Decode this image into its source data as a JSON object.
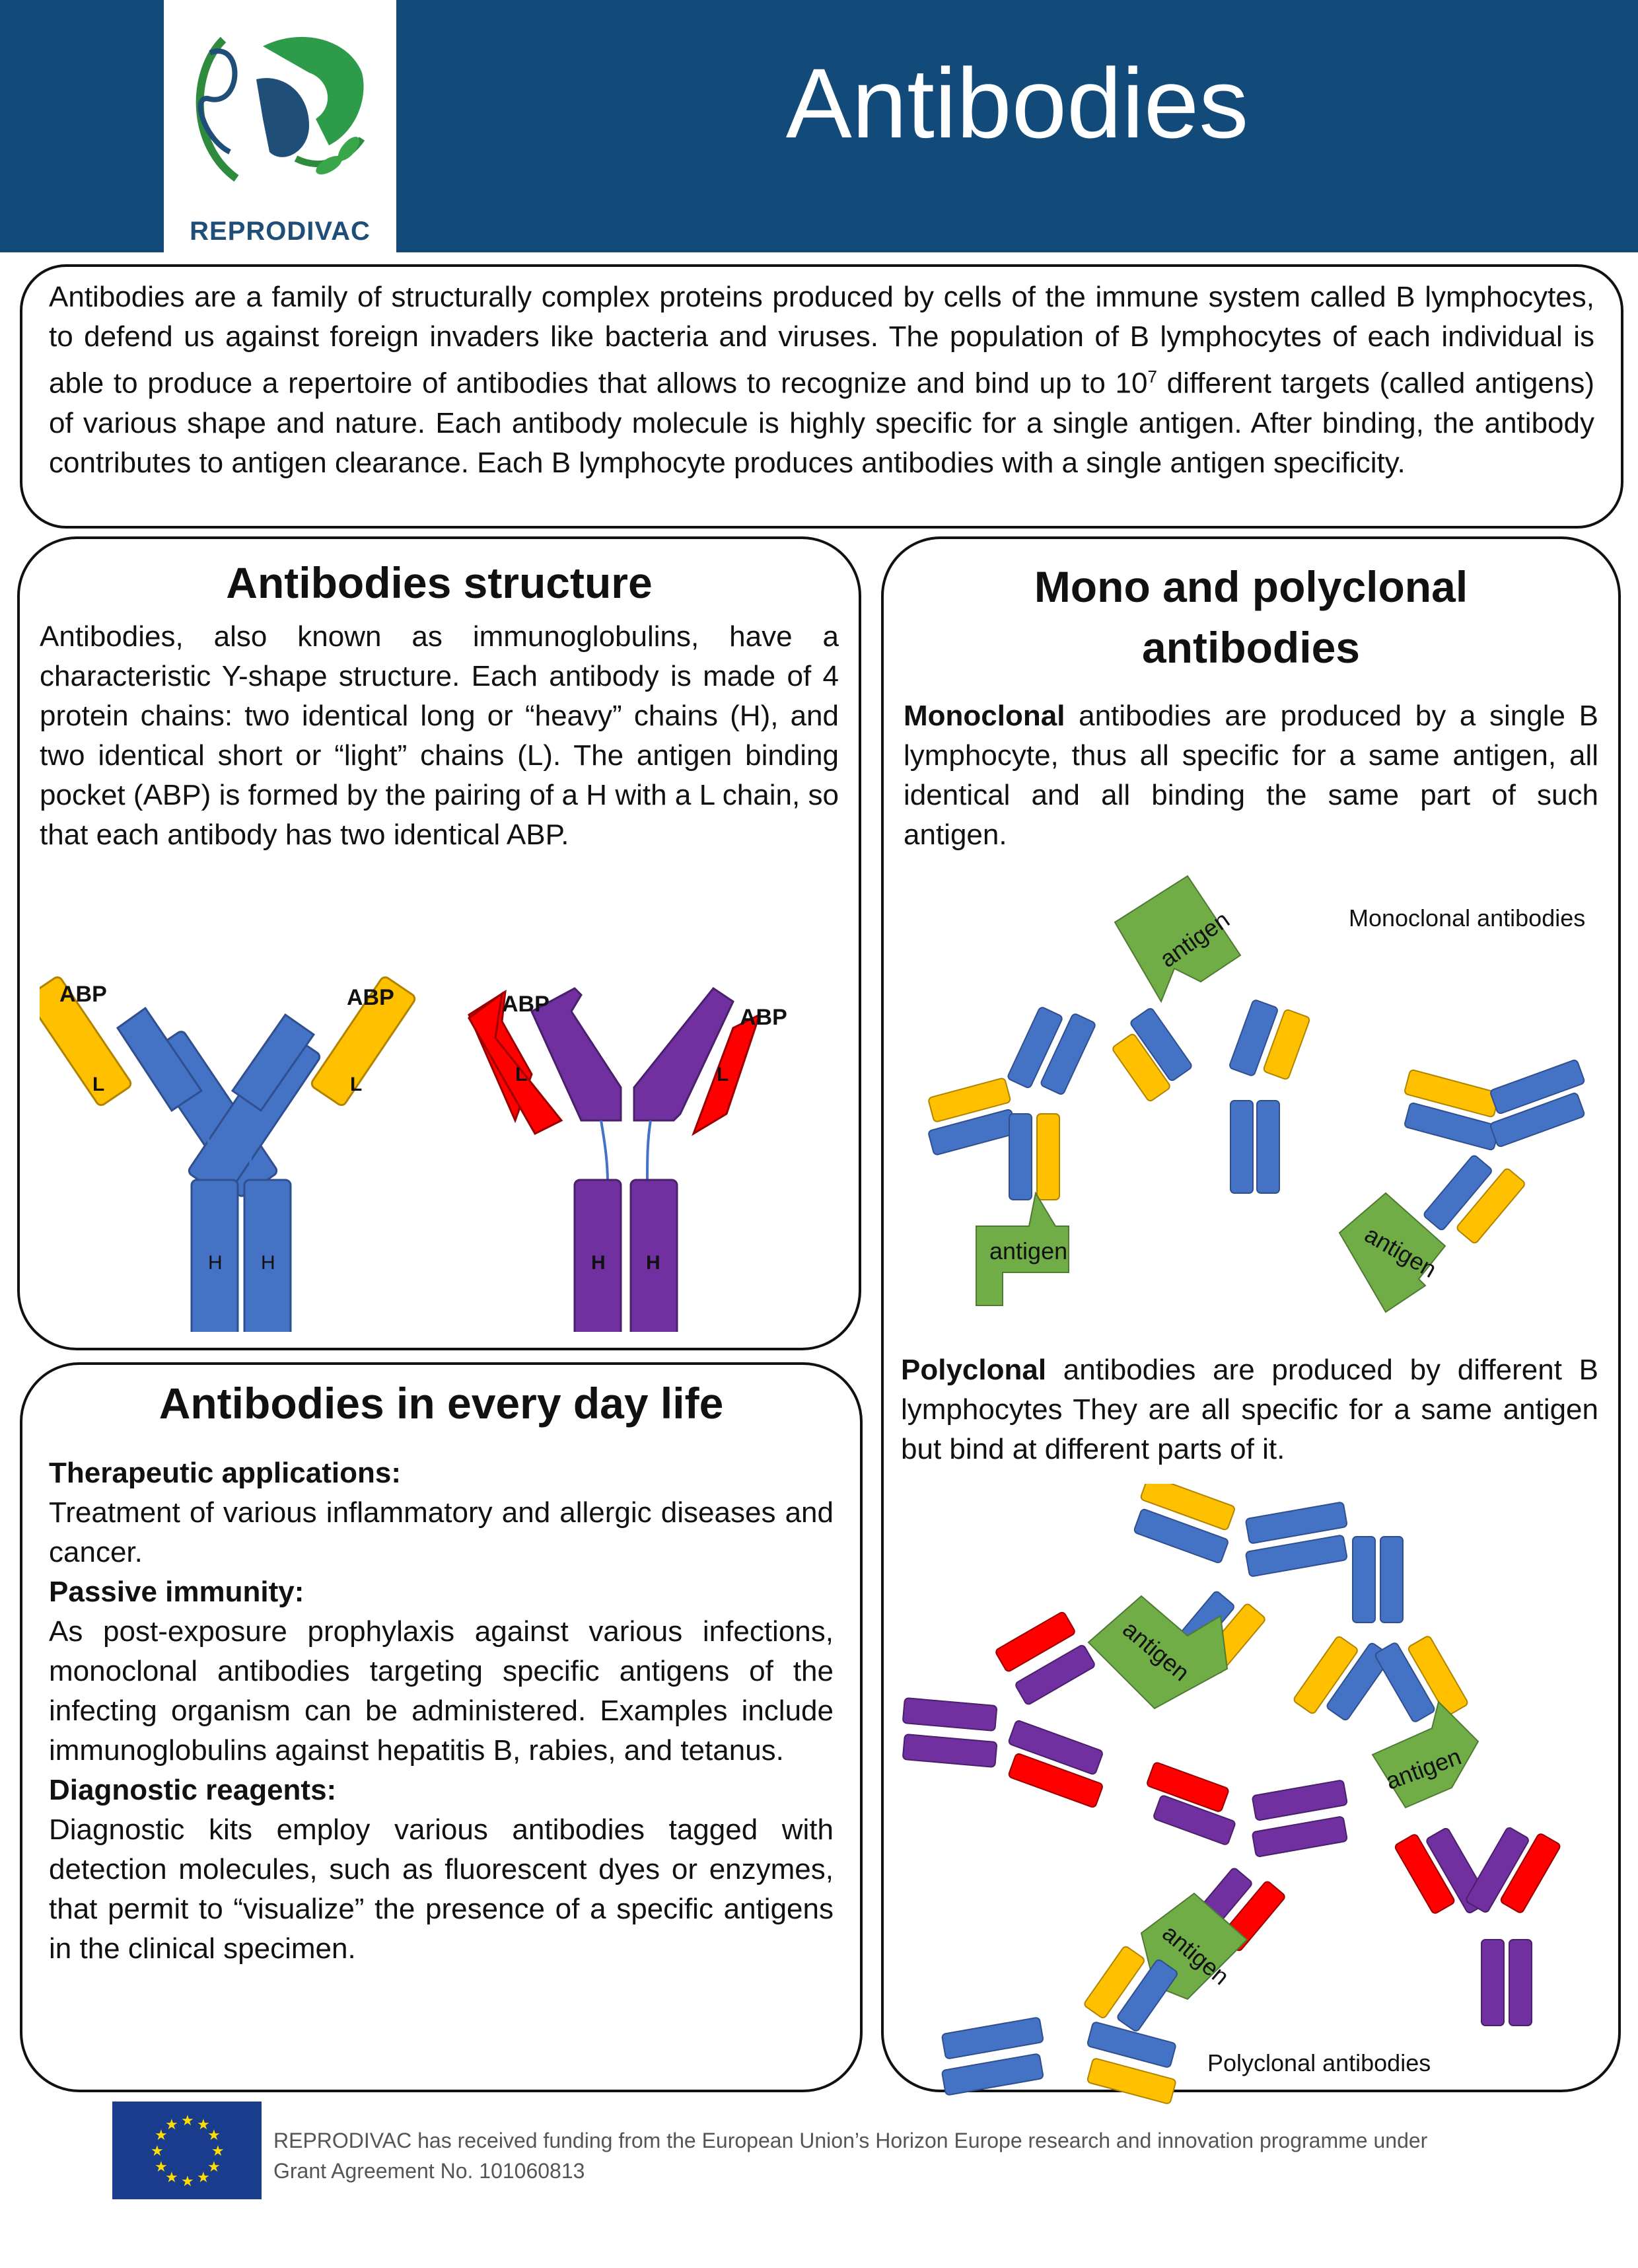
{
  "header": {
    "title": "Antibodies",
    "logo_text": "REPRODIVAC"
  },
  "intro": {
    "text": "Antibodies are a family of structurally complex proteins produced by cells of the immune system called B lymphocytes, to defend us against foreign invaders like bacteria and viruses. The population of B lymphocytes of each individual is able to produce a repertoire of antibodies that allows to recognize and bind up to 10",
    "sup": "7",
    "text_after": " different targets (called antigens) of various shape and nature. Each antibody molecule is highly specific for a single antigen. After binding, the antibody contributes to antigen clearance. Each B lymphocyte produces antibodies with a single antigen specificity."
  },
  "structure": {
    "title": "Antibodies structure",
    "text": "Antibodies, also known as immunoglobulins, have a characteristic Y-shape structure. Each antibody is made of 4 protein chains: two identical long or “heavy” chains (H), and two identical short or “light” chains (L). The antigen binding pocket (ABP) is formed by the pairing of a H with a L chain, so that each antibody has two identical ABP.",
    "label_abp": "ABP",
    "label_l": "L",
    "label_h": "H"
  },
  "everyday": {
    "title": "Antibodies in every day life",
    "therapeutic_heading": "Therapeutic applications:",
    "therapeutic_text": "Treatment of various inflammatory and allergic diseases and cancer.",
    "passive_heading": "Passive immunity:",
    "passive_text": "As post-exposure prophylaxis against various infections, monoclonal antibodies targeting specific antigens of the infecting organism can be administered. Examples include immunoglobulins against hepatitis B, rabies, and tetanus.",
    "diagnostic_heading": "Diagnostic reagents:",
    "diagnostic_text": "Diagnostic kits employ various antibodies tagged with detection molecules, such as fluorescent dyes or enzymes, that permit to “visualize” the presence of a specific antigens in the clinical specimen."
  },
  "mono_poly": {
    "title": "Mono and polyclonal antibodies",
    "mono_bold": "Monoclonal",
    "mono_text": " antibodies are produced by a single B lymphocyte, thus all specific for a same antigen, all identical and all binding the same part of such antigen.",
    "mono_caption": "Monoclonal antibodies",
    "poly_bold": "Polyclonal",
    "poly_text": " antibodies are produced by different B lymphocytes They are all specific for a same antigen but bind at different parts of it.",
    "poly_caption": "Polyclonal antibodies",
    "antigen_label": "antigen"
  },
  "footer": {
    "line1": "REPRODIVAC has received funding from the European Union’s Horizon Europe research and innovation programme under",
    "line2": "Grant Agreement No. 101060813"
  },
  "colors": {
    "header_bg": "#124b7a",
    "heavy_blue": "#4472c4",
    "light_yellow": "#ffc000",
    "heavy_purple": "#7030a0",
    "light_red": "#ff0000",
    "antigen_green": "#70ad47"
  }
}
